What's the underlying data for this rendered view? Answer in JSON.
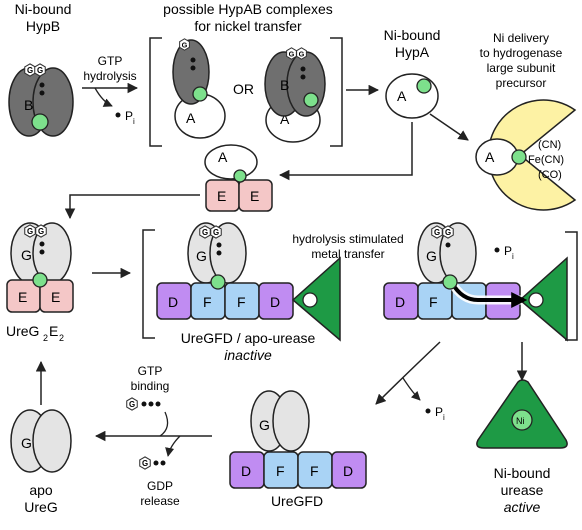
{
  "labels": {
    "ni_bound_hypb_1": "Ni-bound",
    "ni_bound_hypb_2": "HypB",
    "gtp_hydrolysis_1": "GTP",
    "gtp_hydrolysis_2": "hydrolysis",
    "pi_1": "P",
    "pi_sub": "i",
    "complexes_1": "possible HypAB complexes",
    "complexes_2": "for nickel transfer",
    "or": "OR",
    "ni_bound_hypa_1": "Ni-bound",
    "ni_bound_hypa_2": "HypA",
    "ni_delivery_1": "Ni delivery",
    "ni_delivery_2": "to hydrogenase",
    "ni_delivery_3": "large subunit",
    "ni_delivery_4": "precursor",
    "ligand_cn": "(CN)",
    "ligand_fecn": "Fe(CN)",
    "ligand_co": "(CO)",
    "hydrolysis_stim_1": "hydrolysis stimulated",
    "hydrolysis_stim_2": "metal transfer",
    "ureg2e2_main": "UreG",
    "ureg2e2_sub1": "2",
    "ureg2e2_e": "E",
    "ureg2e2_sub2": "2",
    "uregfd_apo": "UreGFD / apo-urease",
    "inactive": "inactive",
    "gtp_binding_1": "GTP",
    "gtp_binding_2": "binding",
    "gdp_release_1": "GDP",
    "gdp_release_2": "release",
    "apo_ureg_1": "apo",
    "apo_ureg_2": "UreG",
    "uregfd": "UreGFD",
    "ni_bound_urease_1": "Ni-bound",
    "ni_bound_urease_2": "urease",
    "active": "active",
    "ni": "Ni"
  },
  "letters": {
    "G": "G",
    "B": "B",
    "A": "A",
    "E": "E",
    "F": "F",
    "D": "D"
  },
  "colors": {
    "dark_gray": "#6f6f6f",
    "light_gray": "#e4e4e4",
    "nickel_green": "#7de08c",
    "pink": "#f4c7c7",
    "blue": "#a9d3f5",
    "purple": "#c08cf2",
    "urease_green": "#1e9a45",
    "yellow": "#fdf2a4"
  }
}
